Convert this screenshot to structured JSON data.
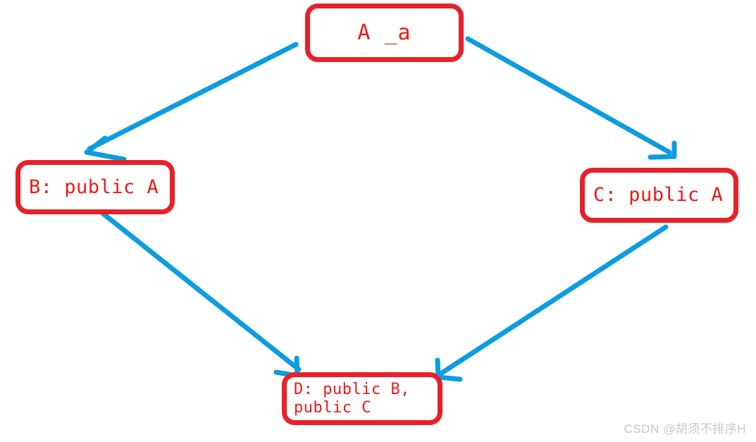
{
  "diagram": {
    "title": "C++ diamond inheritance diagram",
    "colors": {
      "box_border": "#e8202a",
      "box_text": "#f01818",
      "arrow": "#0d9ce0",
      "background": "#ffffff",
      "watermark_text": "#c9c9c9"
    },
    "nodes": [
      {
        "id": "A",
        "label": "A _a"
      },
      {
        "id": "B",
        "label": "B: public A"
      },
      {
        "id": "C",
        "label": "C: public A"
      },
      {
        "id": "D",
        "label": "D: public B,\npublic C"
      }
    ],
    "edges": [
      {
        "id": "a-to-b",
        "from": "A",
        "to": "B",
        "direction": "down-left"
      },
      {
        "id": "a-to-c",
        "from": "A",
        "to": "C",
        "direction": "down-right"
      },
      {
        "id": "b-to-d",
        "from": "B",
        "to": "D",
        "direction": "down-right"
      },
      {
        "id": "c-to-d",
        "from": "C",
        "to": "D",
        "direction": "down-left"
      }
    ]
  },
  "watermark": {
    "text": "CSDN @胡须不排序H"
  }
}
